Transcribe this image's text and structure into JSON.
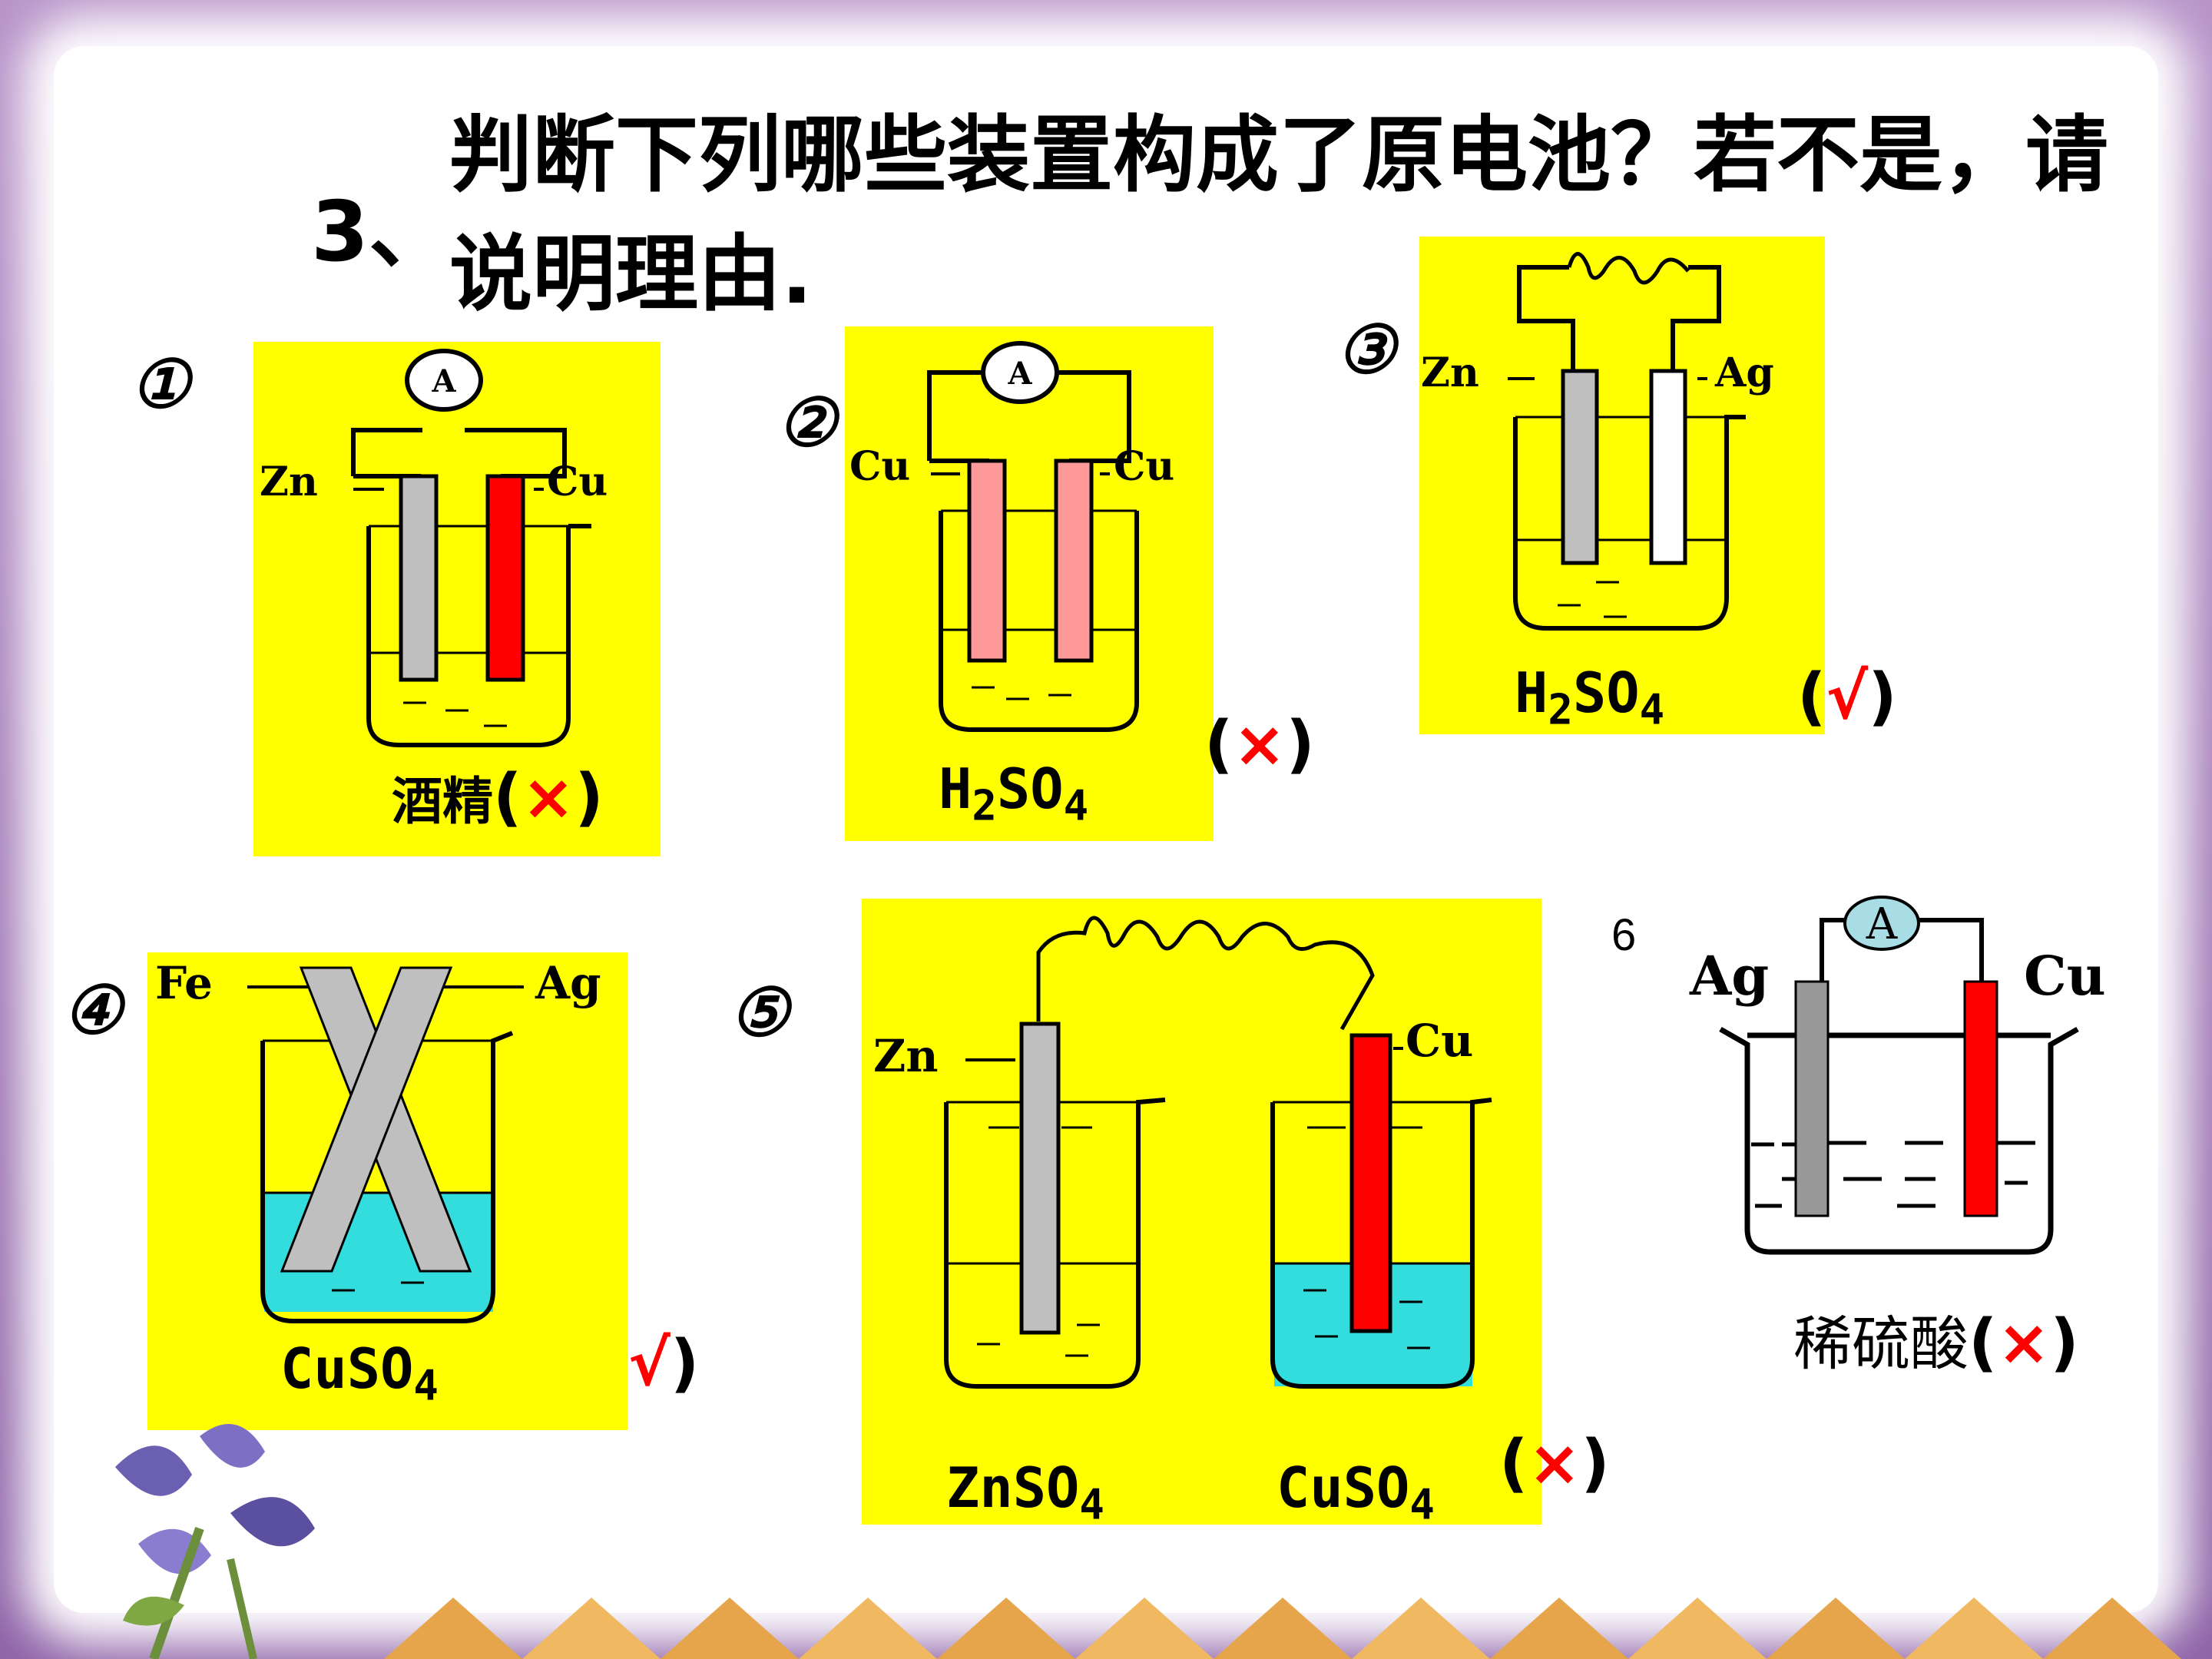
{
  "title": {
    "number": "3、",
    "text": "判断下列哪些装置构成了原电池？若不是，请说明理由."
  },
  "devices": [
    {
      "id": "1",
      "marker": "①",
      "left_label": "Zn",
      "right_label": "Cu",
      "meter": "A",
      "solution": "酒精",
      "verdict_open": "(",
      "verdict_mark": "×",
      "verdict_close": ")"
    },
    {
      "id": "2",
      "marker": "②",
      "left_label": "Cu",
      "right_label": "Cu",
      "meter": "A",
      "solution_main": "H",
      "solution_sub": "2",
      "solution_mid": "SO",
      "solution_sub2": "4",
      "verdict_open": "(",
      "verdict_mark": "×",
      "verdict_close": ")"
    },
    {
      "id": "3",
      "marker": "③",
      "left_label": "Zn",
      "right_label": "Ag",
      "solution_main": "H",
      "solution_sub": "2",
      "solution_mid": "SO",
      "solution_sub2": "4",
      "verdict_open": "(",
      "verdict_mark": "√",
      "verdict_close": ")"
    },
    {
      "id": "4",
      "marker": "④",
      "left_label": "Fe",
      "right_label": "Ag",
      "solution_main": "CuSO",
      "solution_sub": "4",
      "verdict_mark": "√",
      "verdict_close": ")"
    },
    {
      "id": "5",
      "marker": "⑤",
      "left_label": "Zn",
      "right_label": "Cu",
      "left_solution_main": "ZnSO",
      "left_solution_sub": "4",
      "right_solution_main": "CuSO",
      "right_solution_sub": "4",
      "verdict_open": "(",
      "verdict_mark": "×",
      "verdict_close": ")"
    },
    {
      "id": "6",
      "marker": "6",
      "left_label": "Ag",
      "right_label": "Cu",
      "meter": "A",
      "solution": "稀硫酸",
      "verdict_open": "(",
      "verdict_mark": "×",
      "verdict_close": ")"
    }
  ],
  "colors": {
    "panel": "#ffff00",
    "zinc": "#bfbfbf",
    "copper_red": "#ff0000",
    "copper_pink": "#ff9a9a",
    "cuso4": "#33dddd",
    "mark_red": "#ff0000",
    "meter_fill": "#a8dde6"
  }
}
